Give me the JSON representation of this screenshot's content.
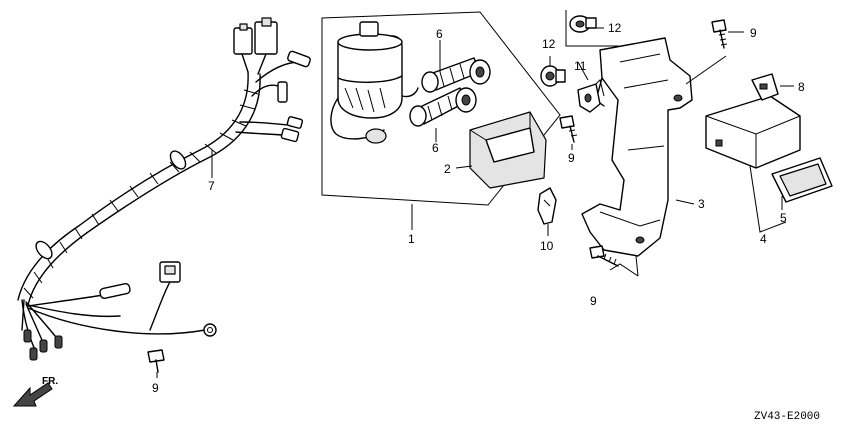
{
  "callouts": {
    "c1": "1",
    "c2": "2",
    "c3": "3",
    "c4": "4",
    "c5": "5",
    "c6a": "6",
    "c6b": "6",
    "c7": "7",
    "c8": "8",
    "c9a": "9",
    "c9b": "9",
    "c9c": "9",
    "c9d": "9",
    "c10": "10",
    "c11": "11",
    "c12a": "12",
    "c12b": "12"
  },
  "direction_label": "FR.",
  "drawing_code": "ZV43-E2000"
}
